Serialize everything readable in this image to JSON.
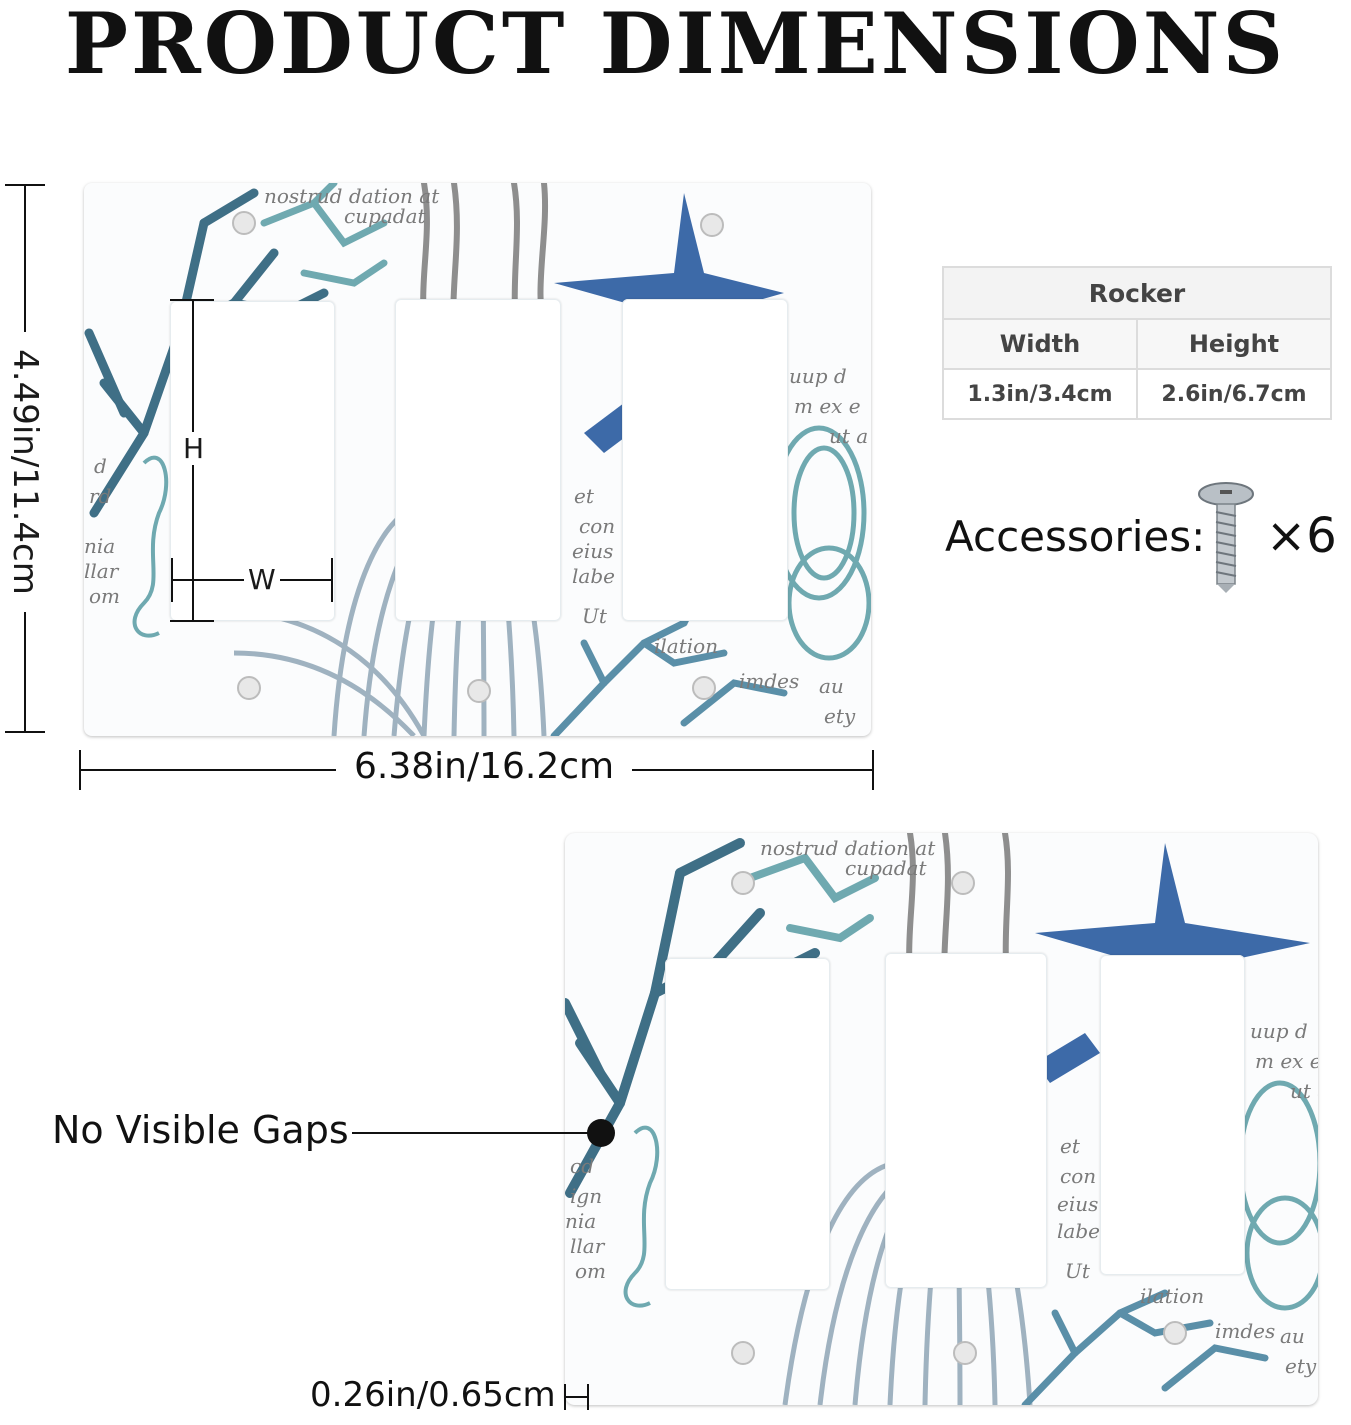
{
  "title": "PRODUCT DIMENSIONS",
  "front_view": {
    "height_label": "4.49in/11.4cm",
    "width_label": "6.38in/16.2cm",
    "opening_height_marker": "H",
    "opening_width_marker": "W"
  },
  "spec_table": {
    "header": "Rocker",
    "columns": [
      "Width",
      "Height"
    ],
    "values": [
      "1.3in/3.4cm",
      "2.6in/6.7cm"
    ]
  },
  "accessories": {
    "label": "Accessories:",
    "count": "×6",
    "icon": "screw-icon"
  },
  "side_view": {
    "callout": "No Visible Gaps",
    "thickness_label": "0.26in/0.65cm"
  },
  "colors": {
    "coral_dark": "#3f6f86",
    "coral_teal": "#6fa9b0",
    "starfish_blue": "#3d6aa8",
    "shell_gray": "#9fb2c0",
    "seaweed_gray": "#8e8e8e",
    "text_script": "#7a7a7a"
  }
}
